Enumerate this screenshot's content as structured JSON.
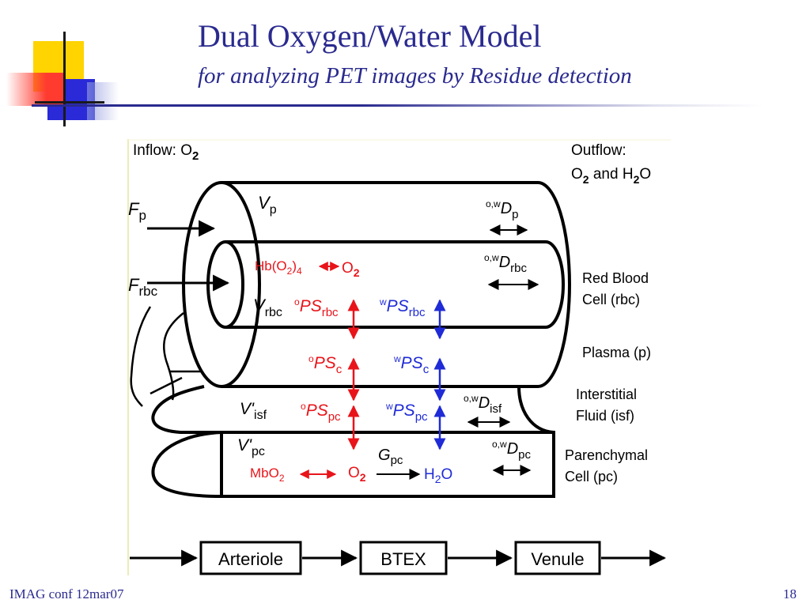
{
  "slide": {
    "title": "Dual Oxygen/Water Model",
    "subtitle": "for analyzing PET images by Residue detection",
    "footer_left": "IMAG conf 12mar07",
    "page_number": "18"
  },
  "diagram": {
    "inflow": {
      "text": "Inflow: O",
      "sub": "2"
    },
    "outflow": {
      "line1": "Outflow:",
      "line2_a": "O",
      "line2_a_sub": "2",
      "line2_b": " and H",
      "line2_b_sub": "2",
      "line2_c": "O"
    },
    "flows": {
      "fp": {
        "main": "F",
        "sub": "p"
      },
      "frbc": {
        "main": "F",
        "sub": "rbc"
      }
    },
    "volumes": {
      "vp": {
        "main": "V",
        "sub": "p"
      },
      "vrbc": {
        "main": "V",
        "sub": "rbc"
      },
      "visf": {
        "main": "V'",
        "sub": "isf"
      },
      "vpc": {
        "main": "V'",
        "sub": "pc"
      }
    },
    "diffusion": {
      "sup": "o,w",
      "dp": {
        "main": "D",
        "sub": "p"
      },
      "drbc": {
        "main": "D",
        "sub": "rbc"
      },
      "disf": {
        "main": "D",
        "sub": "isf"
      },
      "dpc": {
        "main": "D",
        "sub": "pc"
      }
    },
    "permeability": {
      "o_rbc": {
        "sup": "o",
        "main": "PS",
        "sub": "rbc"
      },
      "w_rbc": {
        "sup": "w",
        "main": "PS",
        "sub": "rbc"
      },
      "o_c": {
        "sup": "o",
        "main": "PS",
        "sub": "c"
      },
      "w_c": {
        "sup": "w",
        "main": "PS",
        "sub": "c"
      },
      "o_pc": {
        "sup": "o",
        "main": "PS",
        "sub": "pc"
      },
      "w_pc": {
        "sup": "w",
        "main": "PS",
        "sub": "pc"
      }
    },
    "species": {
      "hbo2": {
        "a": "Hb(O",
        "a_sub": "2",
        "b": ")",
        "b_sub": "4"
      },
      "o2_top": {
        "main": "O",
        "sub": "2"
      },
      "mbo2": {
        "main": "MbO",
        "sub": "2"
      },
      "o2_bottom": {
        "main": "O",
        "sub": "2"
      },
      "h2o": {
        "a": "H",
        "a_sub": "2",
        "b": "O"
      },
      "gpc": {
        "main": "G",
        "sub": "pc"
      }
    },
    "regions": {
      "rbc_line1": "Red Blood",
      "rbc_line2": "Cell (rbc)",
      "plasma": "Plasma (p)",
      "isf_line1": "Interstitial",
      "isf_line2": "Fluid (isf)",
      "pc_line1": "Parenchymal",
      "pc_line2": "Cell (pc)"
    },
    "flow_boxes": [
      "Arteriole",
      "BTEX",
      "Venule"
    ],
    "colors": {
      "oxygen": "#e8141a",
      "water": "#1f2bd6",
      "ink": "#000000",
      "title": "#2a2a8f"
    }
  }
}
